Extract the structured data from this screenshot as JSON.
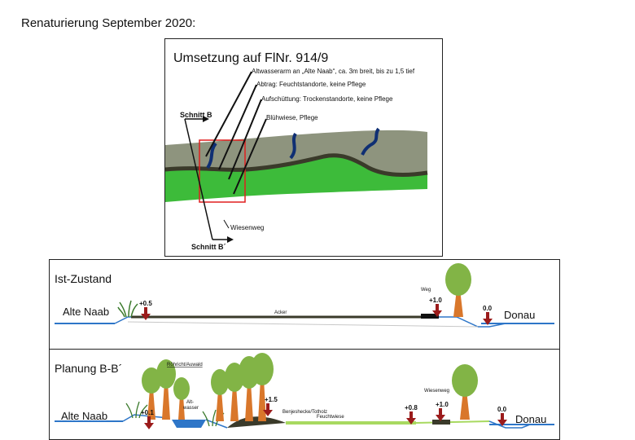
{
  "page_title": "Renaturierung September 2020:",
  "top_panel": {
    "title": "Umsetzung auf FlNr. 914/9",
    "annotations": [
      "Altwasserarm an „Alte Naab“, ca. 3m breit, bis zu 1,5 tief",
      "Abtrag: Feuchtstandorte, keine Pflege",
      "Aufschüttung: Trockenstandorte, keine Pflege",
      "Blühwiese, Pflege"
    ],
    "section_label_top": "Schnitt B",
    "section_label_bottom": "Schnitt B´",
    "path_label": "Wiesenweg"
  },
  "ist_panel": {
    "title": "Ist-Zustand",
    "left_river": "Alte Naab",
    "right_river": "Donau",
    "field_label": "Acker",
    "path_label": "Weg",
    "markers": [
      "+0.5",
      "+1.0",
      "0.0"
    ]
  },
  "plan_panel": {
    "title": "Planung B-B´",
    "left_river": "Alte Naab",
    "right_river": "Donau",
    "reed_label": "Röhricht/Auwald",
    "oxbow_label_1": "Alt-",
    "oxbow_label_2": "wasser",
    "mound_label": "Benjeshecke/Totholz",
    "wet_meadow_label": "Feuchtwiese",
    "path_label": "Wiesenweg",
    "markers": [
      "+0.1",
      "+1.5",
      "+0.8",
      "+1.0",
      "0.0"
    ]
  },
  "colors": {
    "meadow_green": "#3dbb3a",
    "field_grey": "#8e947e",
    "soil_dark": "#3a3a2a",
    "water_blue": "#2e76c8",
    "oxbow_navy": "#0f2f73",
    "marker_red": "#9b1b1b",
    "tree_green": "#82b446",
    "trunk_orange": "#d9772b",
    "section_box_red": "#e01f1f"
  }
}
